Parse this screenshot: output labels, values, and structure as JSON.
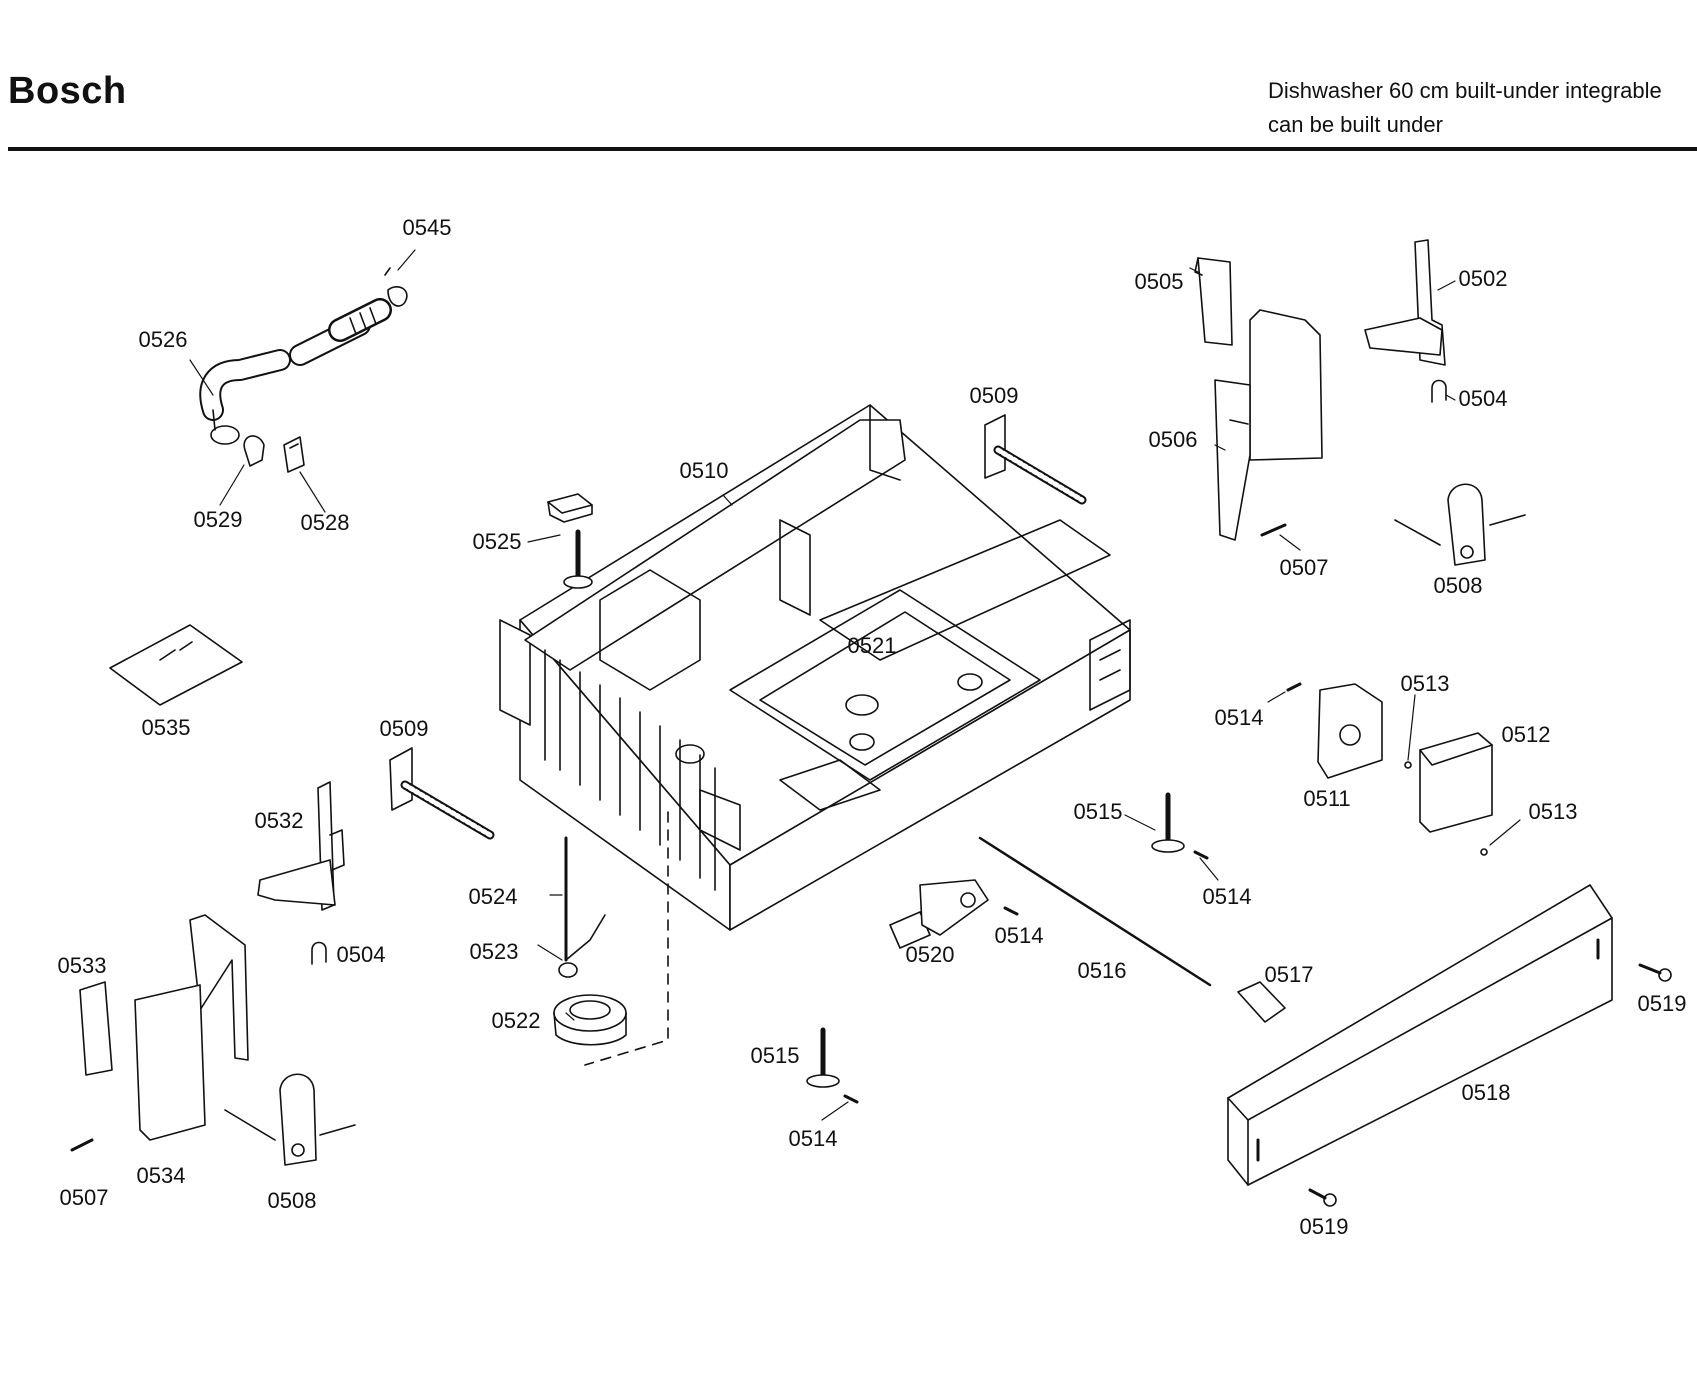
{
  "header": {
    "brand": "Bosch",
    "model_line1": "Dishwasher 60 cm built-under integrable",
    "model_line2": "can be built under"
  },
  "parts": [
    "0502",
    "0504",
    "0505",
    "0506",
    "0507",
    "0508",
    "0509",
    "0510",
    "0511",
    "0512",
    "0513",
    "0514",
    "0515",
    "0516",
    "0517",
    "0518",
    "0519",
    "0520",
    "0521",
    "0522",
    "0523",
    "0524",
    "0525",
    "0526",
    "0528",
    "0529",
    "0532",
    "0533",
    "0534",
    "0535",
    "0545"
  ]
}
